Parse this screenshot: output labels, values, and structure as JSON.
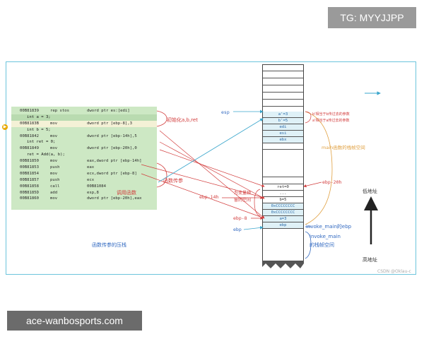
{
  "tag": "TG: MYYJJPP",
  "watermark": "ace-wanbosports.com",
  "credit": "CSDN @Oklau-c",
  "colors": {
    "frame": "#6cc4dc",
    "red": "#d23c3c",
    "orange": "#e0a040",
    "blue": "#3068c0",
    "code_bg": "#cde8c4",
    "stack_fill": "#dff1f7"
  },
  "code": [
    {
      "addr": "00B81839",
      "op": "rep stos",
      "arg": "dword ptr es:[edi]"
    },
    {
      "src": "int a = 3;"
    },
    {
      "addr": "00B8183B",
      "op": "mov",
      "arg": "dword ptr [ebp-8],3"
    },
    {
      "src": "int b = 5;"
    },
    {
      "addr": "00B81842",
      "op": "mov",
      "arg": "dword ptr [ebp-14h],5"
    },
    {
      "src": "int ret = 0;"
    },
    {
      "addr": "00B81849",
      "op": "mov",
      "arg": "dword ptr [ebp-20h],0"
    },
    {
      "src": "ret = Add(a, b);"
    },
    {
      "addr": "00B81850",
      "op": "mov",
      "arg": "eax,dword ptr [ebp-14h]"
    },
    {
      "addr": "00B81853",
      "op": "push",
      "arg": "eax"
    },
    {
      "addr": "00B81854",
      "op": "mov",
      "arg": "ecx,dword ptr [ebp-8]"
    },
    {
      "addr": "00B81857",
      "op": "push",
      "arg": "ecx"
    },
    {
      "addr": "00B81858",
      "op": "call",
      "arg": "00B81084"
    },
    {
      "addr": "00B8185D",
      "op": "add",
      "arg": "esp,8"
    },
    {
      "addr": "00B81860",
      "op": "mov",
      "arg": "dword ptr [ebp-20h],eax"
    }
  ],
  "stack_cells": [
    {
      "text": "a'=3",
      "style": "blue"
    },
    {
      "text": "b'=5",
      "style": "blue"
    },
    {
      "text": "edi",
      "style": "blue"
    },
    {
      "text": "esi",
      "style": "blue"
    },
    {
      "text": "ebx",
      "style": "blue"
    },
    {
      "text": "ret=0",
      "style": "plain"
    },
    {
      "text": "...",
      "style": "plain"
    },
    {
      "text": "b=5",
      "style": "plain"
    },
    {
      "text": "0xCCCCCCCC",
      "style": "blue"
    },
    {
      "text": "0xCCCCCCCC",
      "style": "blue"
    },
    {
      "text": "a=3",
      "style": "blue"
    },
    {
      "text": "ebp",
      "style": "blue"
    }
  ],
  "labels": {
    "init": "初始化a,b,ret",
    "pass": "函数传参",
    "call": "调用函数",
    "push_title": "函数传参的压栈",
    "esp": "esp",
    "ebp": "ebp",
    "ebp_8": "ebp-8",
    "ebp_14h": "ebp-14h",
    "ebp_20h": "ebp-20h",
    "invoke_ebp": "invoke_main的ebp",
    "invoke_space_1": "invoke_main",
    "invoke_space_2": "的栈帧空间",
    "main_space": "main函数的栈帧空间",
    "note_b": "b'相当于b传过去的参数",
    "note_a": "a'相当于a传过去的参数",
    "reserved_1": "为变量预",
    "reserved_2": "留的空间",
    "low_addr": "低地址",
    "high_addr": "高地址"
  }
}
